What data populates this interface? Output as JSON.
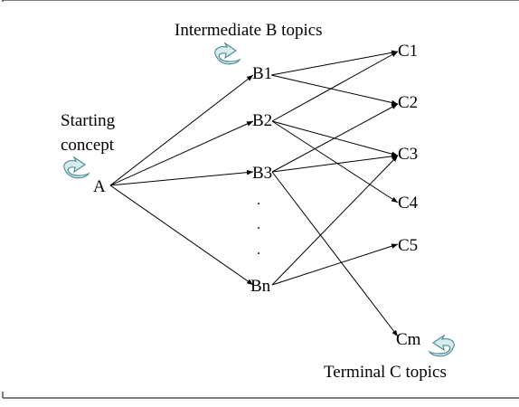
{
  "diagram": {
    "captions": {
      "intermediate": "Intermediate B topics",
      "starting_line1": "Starting",
      "starting_line2": "concept",
      "terminal": "Terminal C topics"
    },
    "nodes": {
      "A": "A",
      "B1": "B1",
      "B2": "B2",
      "B3": "B3",
      "Bn": "Bn",
      "C1": "C1",
      "C2": "C2",
      "C3": "C3",
      "C4": "C4",
      "C5": "C5",
      "Cm": "Cm"
    },
    "ellipsis": [
      ".",
      ".",
      "."
    ],
    "edges": [
      [
        "A",
        "B1"
      ],
      [
        "A",
        "B2"
      ],
      [
        "A",
        "B3"
      ],
      [
        "A",
        "Bn"
      ],
      [
        "B1",
        "C1"
      ],
      [
        "B1",
        "C2"
      ],
      [
        "B2",
        "C1"
      ],
      [
        "B2",
        "C3"
      ],
      [
        "B2",
        "C4"
      ],
      [
        "B3",
        "C2"
      ],
      [
        "B3",
        "C3"
      ],
      [
        "B3",
        "Cm"
      ],
      [
        "Bn",
        "C3"
      ],
      [
        "Bn",
        "C5"
      ]
    ],
    "icons": {
      "intermediate": "curved-arrow-icon",
      "starting": "curved-arrow-icon",
      "terminal": "curved-arrow-icon"
    },
    "colors": {
      "icon_fill": "#d7ecee",
      "icon_stroke": "#4f8e98"
    }
  }
}
